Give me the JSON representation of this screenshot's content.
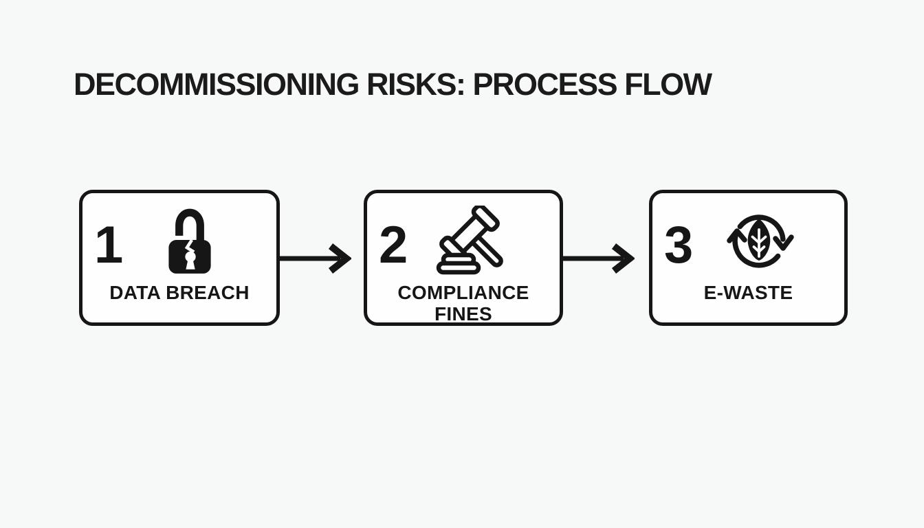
{
  "page": {
    "background_color": "#f7f8f8",
    "ink_color": "#161616",
    "box_fill_color": "#fefefe"
  },
  "header": {
    "title": "DECOMMISSIONING RISKS: PROCESS FLOW"
  },
  "flow": {
    "steps": [
      {
        "number": "1",
        "label": "DATA BREACH",
        "icon": "broken-padlock-icon"
      },
      {
        "number": "2",
        "label": "COMPLIANCE FINES",
        "icon": "gavel-icon"
      },
      {
        "number": "3",
        "label": "E-WASTE",
        "icon": "recycling-leaf-icon"
      }
    ],
    "connectors": [
      {
        "icon": "arrow-right-icon"
      },
      {
        "icon": "arrow-right-icon"
      }
    ]
  }
}
